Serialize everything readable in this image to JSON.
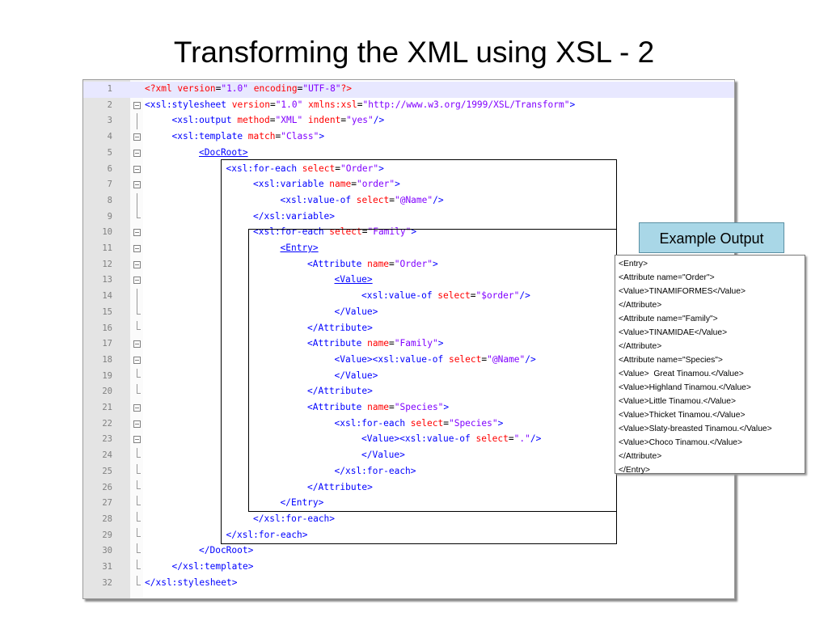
{
  "slide": {
    "title": "Transforming the XML using XSL - 2"
  },
  "editor": {
    "current_line": 1,
    "lines": [
      {
        "n": "1",
        "indent": 0,
        "fold": "none",
        "tokens": [
          {
            "t": "<?xml ",
            "c": "pi"
          },
          {
            "t": "version",
            "c": "attr"
          },
          {
            "t": "=",
            "c": "eq"
          },
          {
            "t": "\"1.0\"",
            "c": "val"
          },
          {
            "t": " encoding",
            "c": "attr"
          },
          {
            "t": "=",
            "c": "eq"
          },
          {
            "t": "\"UTF-8\"",
            "c": "val"
          },
          {
            "t": "?>",
            "c": "pi"
          }
        ]
      },
      {
        "n": "2",
        "indent": 0,
        "fold": "open",
        "tokens": [
          {
            "t": "<xsl:stylesheet ",
            "c": "tag"
          },
          {
            "t": "version",
            "c": "attr"
          },
          {
            "t": "=",
            "c": "eq"
          },
          {
            "t": "\"1.0\"",
            "c": "val"
          },
          {
            "t": " xmlns:xsl",
            "c": "attr"
          },
          {
            "t": "=",
            "c": "eq"
          },
          {
            "t": "\"http://www.w3.org/1999/XSL/Transform\"",
            "c": "val"
          },
          {
            "t": ">",
            "c": "tag"
          }
        ]
      },
      {
        "n": "3",
        "indent": 1,
        "fold": "line",
        "tokens": [
          {
            "t": "<xsl:output ",
            "c": "tag"
          },
          {
            "t": "method",
            "c": "attr"
          },
          {
            "t": "=",
            "c": "eq"
          },
          {
            "t": "\"XML\"",
            "c": "val"
          },
          {
            "t": " indent",
            "c": "attr"
          },
          {
            "t": "=",
            "c": "eq"
          },
          {
            "t": "\"yes\"",
            "c": "val"
          },
          {
            "t": "/>",
            "c": "tag"
          }
        ]
      },
      {
        "n": "4",
        "indent": 1,
        "fold": "open",
        "tokens": [
          {
            "t": "<xsl:template ",
            "c": "tag"
          },
          {
            "t": "match",
            "c": "attr"
          },
          {
            "t": "=",
            "c": "eq"
          },
          {
            "t": "\"Class\"",
            "c": "val"
          },
          {
            "t": ">",
            "c": "tag"
          }
        ]
      },
      {
        "n": "5",
        "indent": 2,
        "fold": "open",
        "tokens": [
          {
            "t": "<DocRoot>",
            "c": "tag",
            "u": true
          }
        ]
      },
      {
        "n": "6",
        "indent": 3,
        "fold": "open",
        "tokens": [
          {
            "t": "<xsl:for-each ",
            "c": "tag"
          },
          {
            "t": "select",
            "c": "attr"
          },
          {
            "t": "=",
            "c": "eq"
          },
          {
            "t": "\"Order\"",
            "c": "val"
          },
          {
            "t": ">",
            "c": "tag"
          }
        ]
      },
      {
        "n": "7",
        "indent": 4,
        "fold": "open",
        "tokens": [
          {
            "t": "<xsl:variable ",
            "c": "tag"
          },
          {
            "t": "name",
            "c": "attr"
          },
          {
            "t": "=",
            "c": "eq"
          },
          {
            "t": "\"order\"",
            "c": "val"
          },
          {
            "t": ">",
            "c": "tag"
          }
        ]
      },
      {
        "n": "8",
        "indent": 5,
        "fold": "line",
        "tokens": [
          {
            "t": "<xsl:value-of ",
            "c": "tag"
          },
          {
            "t": "select",
            "c": "attr"
          },
          {
            "t": "=",
            "c": "eq"
          },
          {
            "t": "\"@Name\"",
            "c": "val"
          },
          {
            "t": "/>",
            "c": "tag"
          }
        ]
      },
      {
        "n": "9",
        "indent": 4,
        "fold": "end",
        "tokens": [
          {
            "t": "</xsl:variable>",
            "c": "tag"
          }
        ]
      },
      {
        "n": "10",
        "indent": 4,
        "fold": "open",
        "tokens": [
          {
            "t": "<xsl:for-each ",
            "c": "tag"
          },
          {
            "t": "select",
            "c": "attr"
          },
          {
            "t": "=",
            "c": "eq"
          },
          {
            "t": "\"Family\"",
            "c": "val"
          },
          {
            "t": ">",
            "c": "tag"
          }
        ]
      },
      {
        "n": "11",
        "indent": 5,
        "fold": "open",
        "tokens": [
          {
            "t": "<Entry>",
            "c": "tag",
            "u": true
          }
        ]
      },
      {
        "n": "12",
        "indent": 6,
        "fold": "open",
        "tokens": [
          {
            "t": "<Attribute ",
            "c": "tag"
          },
          {
            "t": "name",
            "c": "attr"
          },
          {
            "t": "=",
            "c": "eq"
          },
          {
            "t": "\"Order\"",
            "c": "val"
          },
          {
            "t": ">",
            "c": "tag"
          }
        ]
      },
      {
        "n": "13",
        "indent": 7,
        "fold": "open",
        "tokens": [
          {
            "t": "<Value>",
            "c": "tag",
            "u": true
          }
        ]
      },
      {
        "n": "14",
        "indent": 8,
        "fold": "line",
        "tokens": [
          {
            "t": "<xsl:value-of ",
            "c": "tag"
          },
          {
            "t": "select",
            "c": "attr"
          },
          {
            "t": "=",
            "c": "eq"
          },
          {
            "t": "\"$order\"",
            "c": "val"
          },
          {
            "t": "/>",
            "c": "tag"
          }
        ]
      },
      {
        "n": "15",
        "indent": 7,
        "fold": "end",
        "tokens": [
          {
            "t": "</Value>",
            "c": "tag"
          }
        ]
      },
      {
        "n": "16",
        "indent": 6,
        "fold": "end",
        "tokens": [
          {
            "t": "</Attribute>",
            "c": "tag"
          }
        ]
      },
      {
        "n": "17",
        "indent": 6,
        "fold": "open",
        "tokens": [
          {
            "t": "<Attribute ",
            "c": "tag"
          },
          {
            "t": "name",
            "c": "attr"
          },
          {
            "t": "=",
            "c": "eq"
          },
          {
            "t": "\"Family\"",
            "c": "val"
          },
          {
            "t": ">",
            "c": "tag"
          }
        ]
      },
      {
        "n": "18",
        "indent": 7,
        "fold": "open",
        "tokens": [
          {
            "t": "<Value>",
            "c": "tag"
          },
          {
            "t": "<xsl:value-of ",
            "c": "tag"
          },
          {
            "t": "select",
            "c": "attr"
          },
          {
            "t": "=",
            "c": "eq"
          },
          {
            "t": "\"@Name\"",
            "c": "val"
          },
          {
            "t": "/>",
            "c": "tag"
          }
        ]
      },
      {
        "n": "19",
        "indent": 7,
        "fold": "end",
        "tokens": [
          {
            "t": "</Value>",
            "c": "tag"
          }
        ]
      },
      {
        "n": "20",
        "indent": 6,
        "fold": "end",
        "tokens": [
          {
            "t": "</Attribute>",
            "c": "tag"
          }
        ]
      },
      {
        "n": "21",
        "indent": 6,
        "fold": "open",
        "tokens": [
          {
            "t": "<Attribute ",
            "c": "tag"
          },
          {
            "t": "name",
            "c": "attr"
          },
          {
            "t": "=",
            "c": "eq"
          },
          {
            "t": "\"Species\"",
            "c": "val"
          },
          {
            "t": ">",
            "c": "tag"
          }
        ]
      },
      {
        "n": "22",
        "indent": 7,
        "fold": "open",
        "tokens": [
          {
            "t": "<xsl:for-each ",
            "c": "tag"
          },
          {
            "t": "select",
            "c": "attr"
          },
          {
            "t": "=",
            "c": "eq"
          },
          {
            "t": "\"Species\"",
            "c": "val"
          },
          {
            "t": ">",
            "c": "tag"
          }
        ]
      },
      {
        "n": "23",
        "indent": 8,
        "fold": "open",
        "tokens": [
          {
            "t": "<Value>",
            "c": "tag"
          },
          {
            "t": "<xsl:value-of ",
            "c": "tag"
          },
          {
            "t": "select",
            "c": "attr"
          },
          {
            "t": "=",
            "c": "eq"
          },
          {
            "t": "\".\"",
            "c": "val"
          },
          {
            "t": "/>",
            "c": "tag"
          }
        ]
      },
      {
        "n": "24",
        "indent": 8,
        "fold": "end",
        "tokens": [
          {
            "t": "</Value>",
            "c": "tag"
          }
        ]
      },
      {
        "n": "25",
        "indent": 7,
        "fold": "end",
        "tokens": [
          {
            "t": "</xsl:for-each>",
            "c": "tag"
          }
        ]
      },
      {
        "n": "26",
        "indent": 6,
        "fold": "end",
        "tokens": [
          {
            "t": "</Attribute>",
            "c": "tag"
          }
        ]
      },
      {
        "n": "27",
        "indent": 5,
        "fold": "end",
        "tokens": [
          {
            "t": "</Entry>",
            "c": "tag"
          }
        ]
      },
      {
        "n": "28",
        "indent": 4,
        "fold": "end",
        "tokens": [
          {
            "t": "</xsl:for-each>",
            "c": "tag"
          }
        ]
      },
      {
        "n": "29",
        "indent": 3,
        "fold": "end",
        "tokens": [
          {
            "t": "</xsl:for-each>",
            "c": "tag"
          }
        ]
      },
      {
        "n": "30",
        "indent": 2,
        "fold": "end",
        "tokens": [
          {
            "t": "</DocRoot>",
            "c": "tag"
          }
        ]
      },
      {
        "n": "31",
        "indent": 1,
        "fold": "end",
        "tokens": [
          {
            "t": "</xsl:template>",
            "c": "tag"
          }
        ]
      },
      {
        "n": "32",
        "indent": 0,
        "fold": "last",
        "tokens": [
          {
            "t": "</xsl:stylesheet>",
            "c": "tag"
          }
        ]
      }
    ]
  },
  "example_output": {
    "label": "Example Output",
    "lines": [
      "<Entry>",
      "<Attribute name=\"Order\">",
      "<Value>TINAMIFORMES</Value>",
      "</Attribute>",
      "<Attribute name=\"Family\">",
      "<Value>TINAMIDAE</Value>",
      "</Attribute>",
      "<Attribute name=\"Species\">",
      "<Value>  Great Tinamou.</Value>",
      "<Value>Highland Tinamou.</Value>",
      "<Value>Little Tinamou.</Value>",
      "<Value>Thicket Tinamou.</Value>",
      "<Value>Slaty-breasted Tinamou.</Value>",
      "<Value>Choco Tinamou.</Value>",
      "</Attribute>",
      "</Entry>"
    ]
  },
  "colors": {
    "tag": "#0000ff",
    "attr": "#ff0000",
    "val": "#8000ff",
    "eq": "#000000",
    "pi": "#ff0000"
  }
}
